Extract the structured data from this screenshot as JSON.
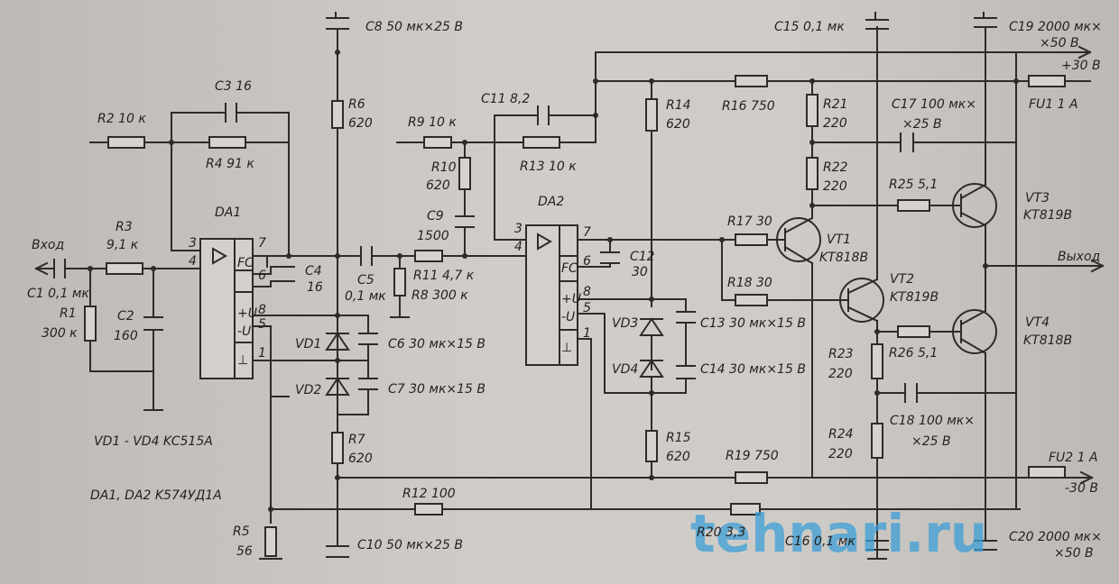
{
  "watermark": "tehnari.ru",
  "pins": {
    "p1": "1",
    "p3": "3",
    "p4": "4",
    "p5": "5",
    "p6": "6",
    "p7": "7",
    "p8": "8",
    "fc": "FC",
    "plus_u": "+U",
    "minus_u": "-U",
    "ground": "⊥"
  },
  "labels": {
    "input": "Вход",
    "output": "Выход",
    "c1": "C1 0,1 мк",
    "r1": "R1",
    "r1_val": "300 к",
    "r2": "R2 10 к",
    "r3": "R3",
    "r3_val": "9,1 к",
    "c2": "C2",
    "c2_val": "160",
    "c3": "C3 16",
    "r4": "R4 91 к",
    "da1": "DA1",
    "c4": "C4",
    "c4_val": "16",
    "c8": "C8 50 мк×25 В",
    "r6": "R6",
    "r6_val": "620",
    "c5": "C5",
    "c5_val": "0,1 мк",
    "r8": "R8 300 к",
    "r11": "R11 4,7 к",
    "vd1": "VD1",
    "vd2": "VD2",
    "c6": "C6 30 мк×15 В",
    "c7": "C7 30 мк×15 В",
    "r7": "R7",
    "r7_val": "620",
    "vd_range": "VD1 - VD4  KC515A",
    "da_type": "DA1, DA2  K574УД1А",
    "r5": "R5",
    "r5_val": "56",
    "c10": "C10 50 мк×25 В",
    "r12": "R12 100",
    "r9": "R9 10 к",
    "r10": "R10",
    "r10_val": "620",
    "c9": "C9",
    "c9_val": "1500",
    "c11": "C11 8,2",
    "r13": "R13 10 к",
    "da2": "DA2",
    "c12": "C12",
    "c12_val": "30",
    "r14": "R14",
    "r14_val": "620",
    "vd3": "VD3",
    "vd4": "VD4",
    "c13": "C13 30 мк×15 В",
    "c14": "C14 30 мк×15 В",
    "r15": "R15",
    "r15_val": "620",
    "r16": "R16 750",
    "r17": "R17 30",
    "r18": "R18 30",
    "r19": "R19 750",
    "r20": "R20 3,3",
    "c15": "C15 0,1 мк",
    "r21": "R21",
    "r21_val": "220",
    "r22": "R22",
    "r22_val": "220",
    "vt1": "VT1",
    "vt1_type": "KT818B",
    "vt2": "VT2",
    "vt2_type": "KT819B",
    "c17": "C17 100 мк×",
    "c17_val": "×25 В",
    "r25": "R25 5,1",
    "r26": "R26 5,1",
    "r23": "R23",
    "r23_val": "220",
    "r24": "R24",
    "r24_val": "220",
    "c18": "C18 100 мк×",
    "c18_val": "×25 В",
    "c19": "C19 2000 мк×",
    "c19_val": "×50 В",
    "plus30": "+30 В",
    "fu1": "FU1 1 А",
    "vt3": "VT3",
    "vt3_type": "KT819B",
    "vt4": "VT4",
    "vt4_type": "KT818B",
    "fu2": "FU2 1 А",
    "minus30": "-30 В",
    "c16": "C16 0,1 мк",
    "c20": "C20 2000 мк×",
    "c20_val": "×50 В"
  }
}
